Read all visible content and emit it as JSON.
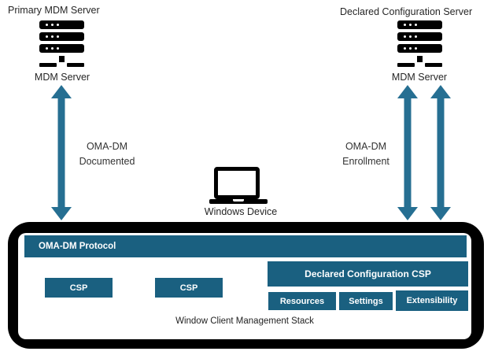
{
  "colors": {
    "teal_box": "#1a6080",
    "arrow": "#266f92",
    "panel_border": "#000000",
    "text": "#262626"
  },
  "left_group": {
    "title": "Primary MDM Server",
    "caption": "MDM Server"
  },
  "right_group": {
    "title": "Declared Configuration Server",
    "caption": "MDM Server"
  },
  "connections": {
    "left": {
      "line1": "OMA-DM",
      "line2": "Documented"
    },
    "right": {
      "line1": "OMA-DM",
      "line2": "Enrollment"
    }
  },
  "device": {
    "caption": "Windows Device"
  },
  "stack": {
    "protocol_bar": "OMA-DM Protocol",
    "csp1": "CSP",
    "csp2": "CSP",
    "declared_csp": "Declared Configuration CSP",
    "sub_boxes": [
      "Resources",
      "Settings",
      "Extensibility"
    ],
    "caption": "Window Client Management Stack"
  }
}
